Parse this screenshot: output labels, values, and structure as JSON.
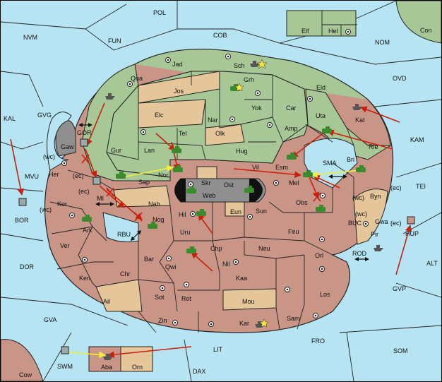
{
  "colors": {
    "sea": "#b6e4f2",
    "green": "#a7c896",
    "tan": "#e5c59a",
    "red": "#c99587",
    "gray": "#8f8f8f",
    "black": "#111111",
    "attack": "#c8200e",
    "support": "#f2ef3a"
  },
  "seas": {
    "pol": "POL",
    "nvm": "NVM",
    "fun": "FUN",
    "cob": "COB",
    "nom": "NOM",
    "con": "Con",
    "ovd": "OVD",
    "kal": "KAL",
    "gvg": "GVG",
    "kam": "KAM",
    "mvu": "MVU",
    "tei": "TEI",
    "bor": "BOR",
    "alt": "ALT",
    "dor": "DOR",
    "gvp": "GVP",
    "gva": "GVA",
    "fro": "FRO",
    "som": "SOM",
    "lit": "LIT",
    "dax": "DAX",
    "swm": "SWM",
    "cow": "Cow",
    "gor": "GOR",
    "sma": "SMA",
    "rbu": "RBU",
    "buc": "BUC",
    "rod": "ROD",
    "mi": "MI",
    "wc1": "(wc)",
    "ec1": "(ec)",
    "wc2": "(wc)",
    "wc3": "(wc)",
    "ec2": "(ec)",
    "ec3": "(ec)",
    "ec4": "(ec)",
    "wc4": "(wc)",
    "vil": "Vil"
  },
  "provinces": {
    "elf": "Elf",
    "hel": "Hel",
    "jad": "Jad",
    "sch": "Sch",
    "qua": "Qua",
    "jos": "Jos",
    "grh": "Grh",
    "eld": "Eld",
    "yok": "Yok",
    "car": "Car",
    "nar": "Nar",
    "elc": "Elc",
    "uta": "Uta",
    "kat": "Kat",
    "tel": "Tel",
    "olk": "Olk",
    "amp": "Amp",
    "gur": "Gur",
    "lan": "Lan",
    "hug": "Hug",
    "rie": "Rie",
    "gaw": "Gaw",
    "esm": "Esm",
    "bri": "Bri",
    "her": "Her",
    "sap": "Sap",
    "nor": "Nor",
    "skr": "Skr",
    "ost": "Ost",
    "web": "Web",
    "mel": "Mel",
    "kor": "Kor",
    "nab": "Nab",
    "eun": "Eun",
    "sun": "Sun",
    "obs": "Obs",
    "byn": "Byn",
    "gwa": "Gwa",
    "hil": "Hil",
    "nog": "Nog",
    "ark": "Ark",
    "uru": "Uru",
    "feu": "Feu",
    "pir": "Pir",
    "hup": "HUP",
    "ver": "Ver",
    "chp": "Chp",
    "neu": "Neu",
    "bar": "Bar",
    "qwi": "Qwi",
    "orl": "Orl",
    "nil": "Nil",
    "ken": "Ken",
    "chr": "Chr",
    "kaa": "Kaa",
    "los": "Los",
    "sot": "Sot",
    "rot": "Rot",
    "ail": "Ail",
    "mou": "Mou",
    "zin": "Zin",
    "kar": "Kar",
    "sam": "Sam",
    "aba": "Aba",
    "orn": "Orn"
  }
}
